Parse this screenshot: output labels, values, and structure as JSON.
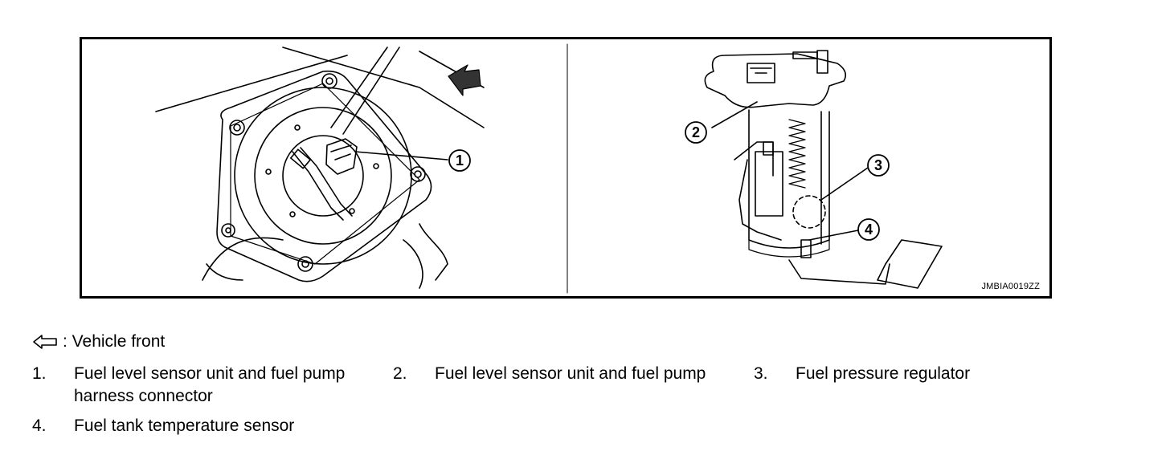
{
  "figure": {
    "code": "JMBIA0019ZZ",
    "callouts": [
      "1",
      "2",
      "3",
      "4"
    ]
  },
  "legend": {
    "front": ": Vehicle front",
    "front_icon": "hollow-arrow-left-icon",
    "items": [
      {
        "num": "1.",
        "text": "Fuel level sensor unit and fuel pump",
        "text2": "harness connector"
      },
      {
        "num": "2.",
        "text": "Fuel level sensor unit and fuel pump"
      },
      {
        "num": "3.",
        "text": "Fuel pressure regulator"
      },
      {
        "num": "4.",
        "text": "Fuel tank temperature sensor"
      }
    ]
  }
}
